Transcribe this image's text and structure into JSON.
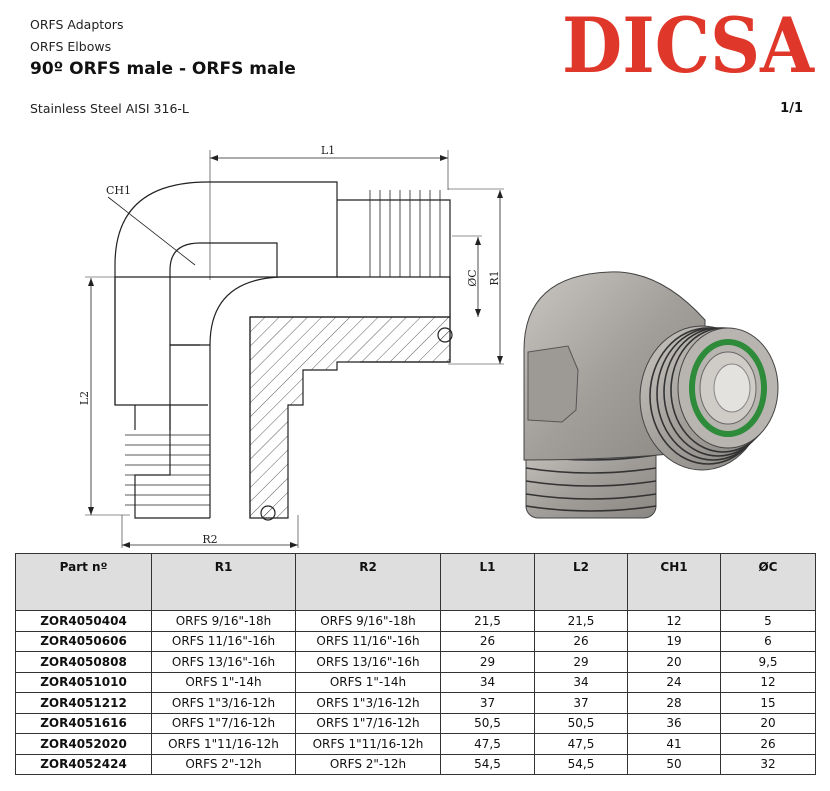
{
  "header": {
    "category": "ORFS Adaptors",
    "subcategory": "ORFS Elbows",
    "title": "90º ORFS male - ORFS male",
    "material": "Stainless Steel AISI 316-L",
    "page": "1/1",
    "logo_text": "DICSA",
    "brand_color": "#e0372b"
  },
  "drawing": {
    "labels": {
      "l1": "L1",
      "l2": "L2",
      "ch1": "CH1",
      "r1": "R1",
      "r2": "R2",
      "oc": "ØC"
    },
    "render_accent": "#2e8b3a"
  },
  "table": {
    "columns": [
      "Part nº",
      "R1",
      "R2",
      "L1",
      "L2",
      "CH1",
      "ØC"
    ],
    "rows": [
      [
        "ZOR4050404",
        "ORFS 9/16\"-18h",
        "ORFS 9/16\"-18h",
        "21,5",
        "21,5",
        "12",
        "5"
      ],
      [
        "ZOR4050606",
        "ORFS 11/16\"-16h",
        "ORFS 11/16\"-16h",
        "26",
        "26",
        "19",
        "6"
      ],
      [
        "ZOR4050808",
        "ORFS 13/16\"-16h",
        "ORFS 13/16\"-16h",
        "29",
        "29",
        "20",
        "9,5"
      ],
      [
        "ZOR4051010",
        "ORFS 1\"-14h",
        "ORFS 1\"-14h",
        "34",
        "34",
        "24",
        "12"
      ],
      [
        "ZOR4051212",
        "ORFS 1\"3/16-12h",
        "ORFS 1\"3/16-12h",
        "37",
        "37",
        "28",
        "15"
      ],
      [
        "ZOR4051616",
        "ORFS 1\"7/16-12h",
        "ORFS 1\"7/16-12h",
        "50,5",
        "50,5",
        "36",
        "20"
      ],
      [
        "ZOR4052020",
        "ORFS 1\"11/16-12h",
        "ORFS 1\"11/16-12h",
        "47,5",
        "47,5",
        "41",
        "26"
      ],
      [
        "ZOR4052424",
        "ORFS 2\"-12h",
        "ORFS 2\"-12h",
        "54,5",
        "54,5",
        "50",
        "32"
      ]
    ]
  }
}
